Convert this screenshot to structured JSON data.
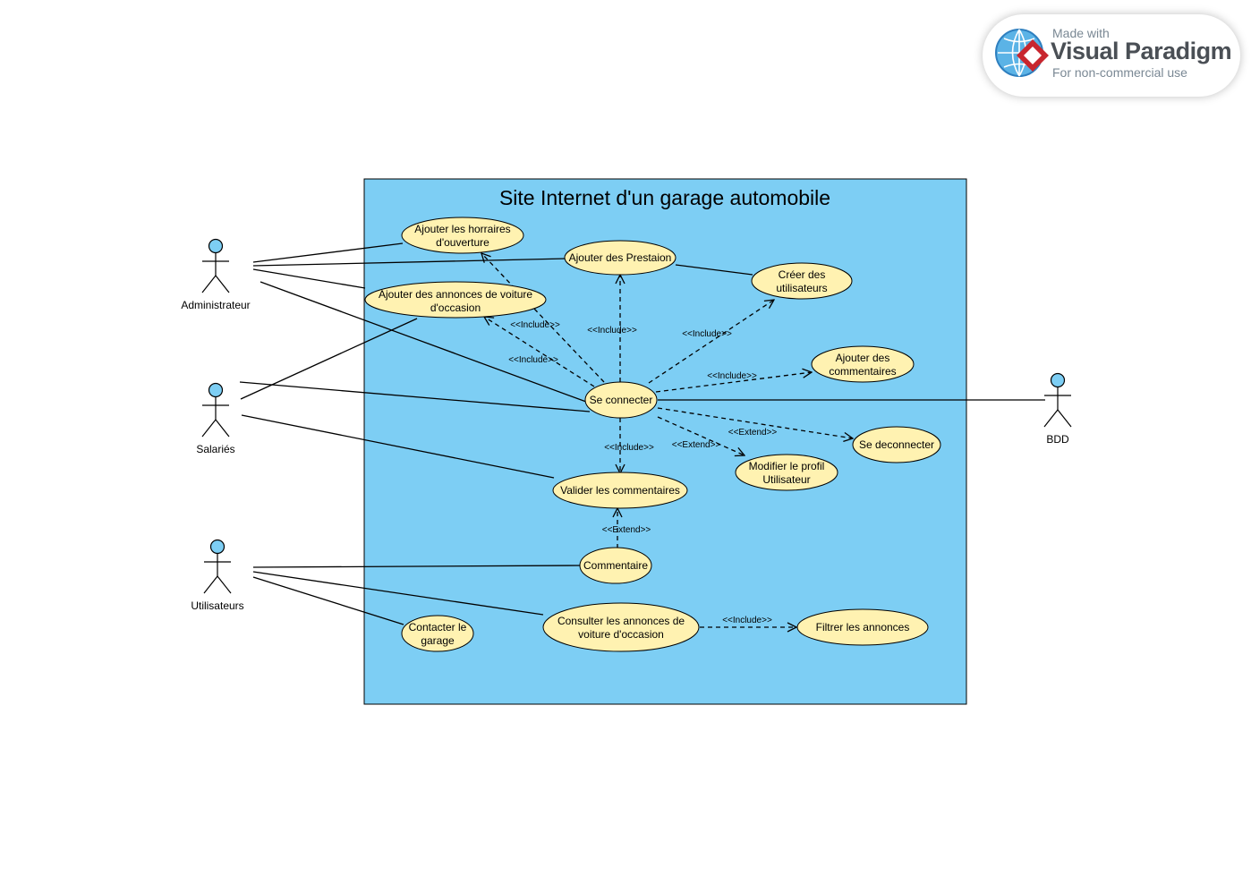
{
  "badge": {
    "made_with": "Made with",
    "brand": "Visual Paradigm",
    "subtitle": "For non-commercial use"
  },
  "system": {
    "title": "Site Internet d'un garage automobile"
  },
  "actors": {
    "admin": "Administrateur",
    "salaries": "Salariés",
    "users": "Utilisateurs",
    "bdd": "BDD"
  },
  "usecases": {
    "horaires": [
      "Ajouter les horraires",
      "d'ouverture"
    ],
    "prestation": [
      "Ajouter des Prestaion"
    ],
    "creer": [
      "Créer des",
      "utilisateurs"
    ],
    "annonces_ajout": [
      "Ajouter des annonces de voiture",
      "d'occasion"
    ],
    "commentaires_ajout": [
      "Ajouter des",
      "commentaires"
    ],
    "connecter": [
      "Se connecter"
    ],
    "deconnecter": [
      "Se deconnecter"
    ],
    "profil": [
      "Modifier le profil",
      "Utilisateur"
    ],
    "valider": [
      "Valider les commentaires"
    ],
    "commentaire": [
      "Commentaire"
    ],
    "contacter": [
      "Contacter le",
      "garage"
    ],
    "consulter": [
      "Consulter les annonces de",
      "voiture d'occasion"
    ],
    "filtrer": [
      "Filtrer les annonces"
    ]
  },
  "stereotypes": {
    "include": "<<Include>>",
    "extend": "<<Extend>>"
  },
  "colors": {
    "system_fill": "#7dcef4",
    "usecase_fill": "#fff2b1",
    "actor_head": "#7dcef4",
    "stroke": "#000000"
  }
}
